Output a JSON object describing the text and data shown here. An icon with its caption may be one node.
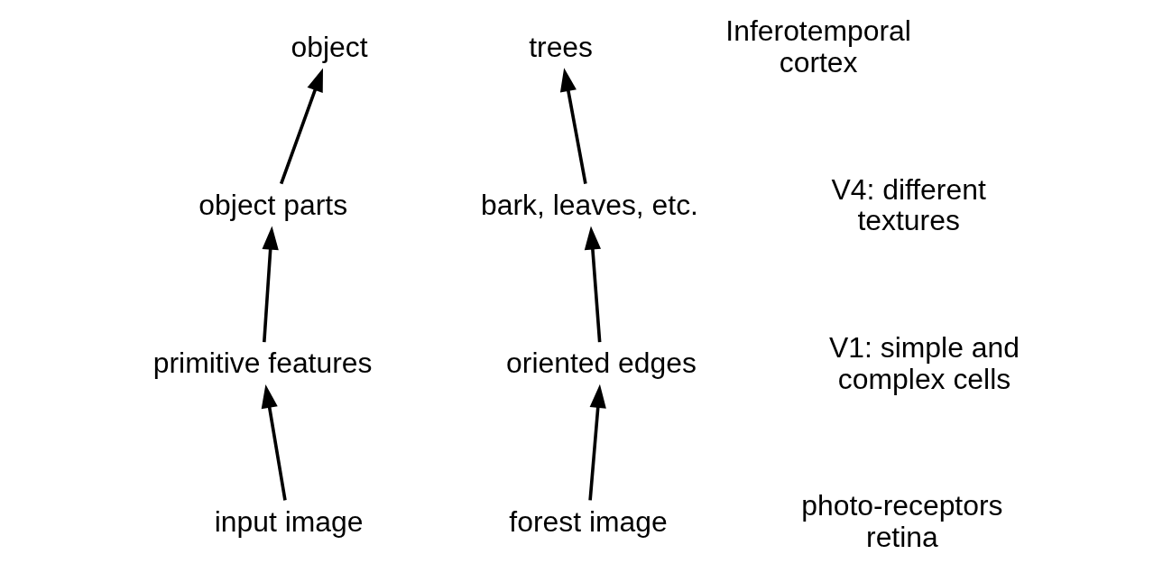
{
  "diagram": {
    "nodes": [
      {
        "text": [
          "object"
        ]
      },
      {
        "text": [
          "trees"
        ]
      },
      {
        "text": [
          "object parts"
        ]
      },
      {
        "text": [
          "bark, leaves, etc."
        ]
      },
      {
        "text": [
          "primitive features"
        ]
      },
      {
        "text": [
          "oriented edges"
        ]
      },
      {
        "text": [
          "input image"
        ]
      },
      {
        "text": [
          "forest image"
        ]
      }
    ],
    "edges": [
      {
        "from": 6,
        "to": 4,
        "arrow": "to"
      },
      {
        "from": 4,
        "to": 2,
        "arrow": "to"
      },
      {
        "from": 2,
        "to": 0,
        "arrow": "to"
      },
      {
        "from": 7,
        "to": 5,
        "arrow": "to"
      },
      {
        "from": 5,
        "to": 3,
        "arrow": "to"
      },
      {
        "from": 3,
        "to": 1,
        "arrow": "to"
      }
    ],
    "labels": [
      "Inferotemporal cortex",
      "V4: different textures",
      "V1: simple and complex cells",
      "photo-receptors retina"
    ]
  }
}
